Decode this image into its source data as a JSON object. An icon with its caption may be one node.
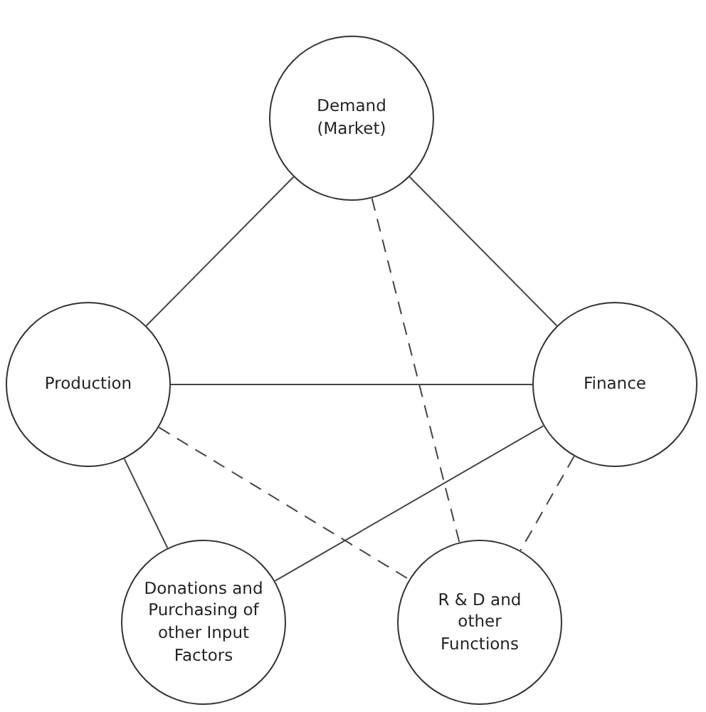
{
  "diagram": {
    "nodes": [
      {
        "text": [
          "Demand (Market)"
        ]
      },
      {
        "text": [
          "Production"
        ]
      },
      {
        "text": [
          "Finance"
        ]
      },
      {
        "text": [
          "Donations and Purchasing of other Input Factors"
        ]
      },
      {
        "text": [
          "R & D and other Functions"
        ]
      }
    ],
    "edges": [
      {
        "from": 0,
        "to": 1,
        "arrow": "none"
      },
      {
        "from": 0,
        "to": 2,
        "arrow": "none"
      },
      {
        "from": 0,
        "to": 4,
        "arrow": "none",
        "style": "dashed"
      },
      {
        "from": 1,
        "to": 2,
        "arrow": "none"
      },
      {
        "from": 1,
        "to": 3,
        "arrow": "none"
      },
      {
        "from": 1,
        "to": 4,
        "arrow": "none",
        "style": "dashed"
      },
      {
        "from": 2,
        "to": 3,
        "arrow": "none"
      },
      {
        "from": 2,
        "to": 4,
        "arrow": "none",
        "style": "dashed"
      }
    ]
  }
}
